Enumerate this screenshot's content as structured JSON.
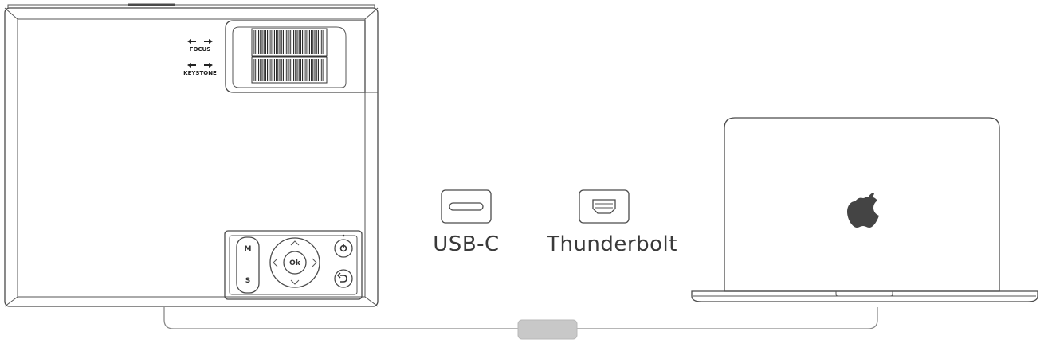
{
  "projector": {
    "focus_label": "FOCUS",
    "keystone_label": "KEYSTONE",
    "buttons": {
      "menu": "M",
      "source": "S",
      "ok": "Ok"
    }
  },
  "ports": [
    {
      "label": "USB-C",
      "icon": "usb-c-port-icon"
    },
    {
      "label": "Thunderbolt",
      "icon": "thunderbolt-port-icon"
    }
  ],
  "laptop": {
    "logo": "apple-logo-icon"
  },
  "colors": {
    "line": "#4a4a4a",
    "cable": "#8a8a8a",
    "adapter": "#c8c8c8"
  }
}
